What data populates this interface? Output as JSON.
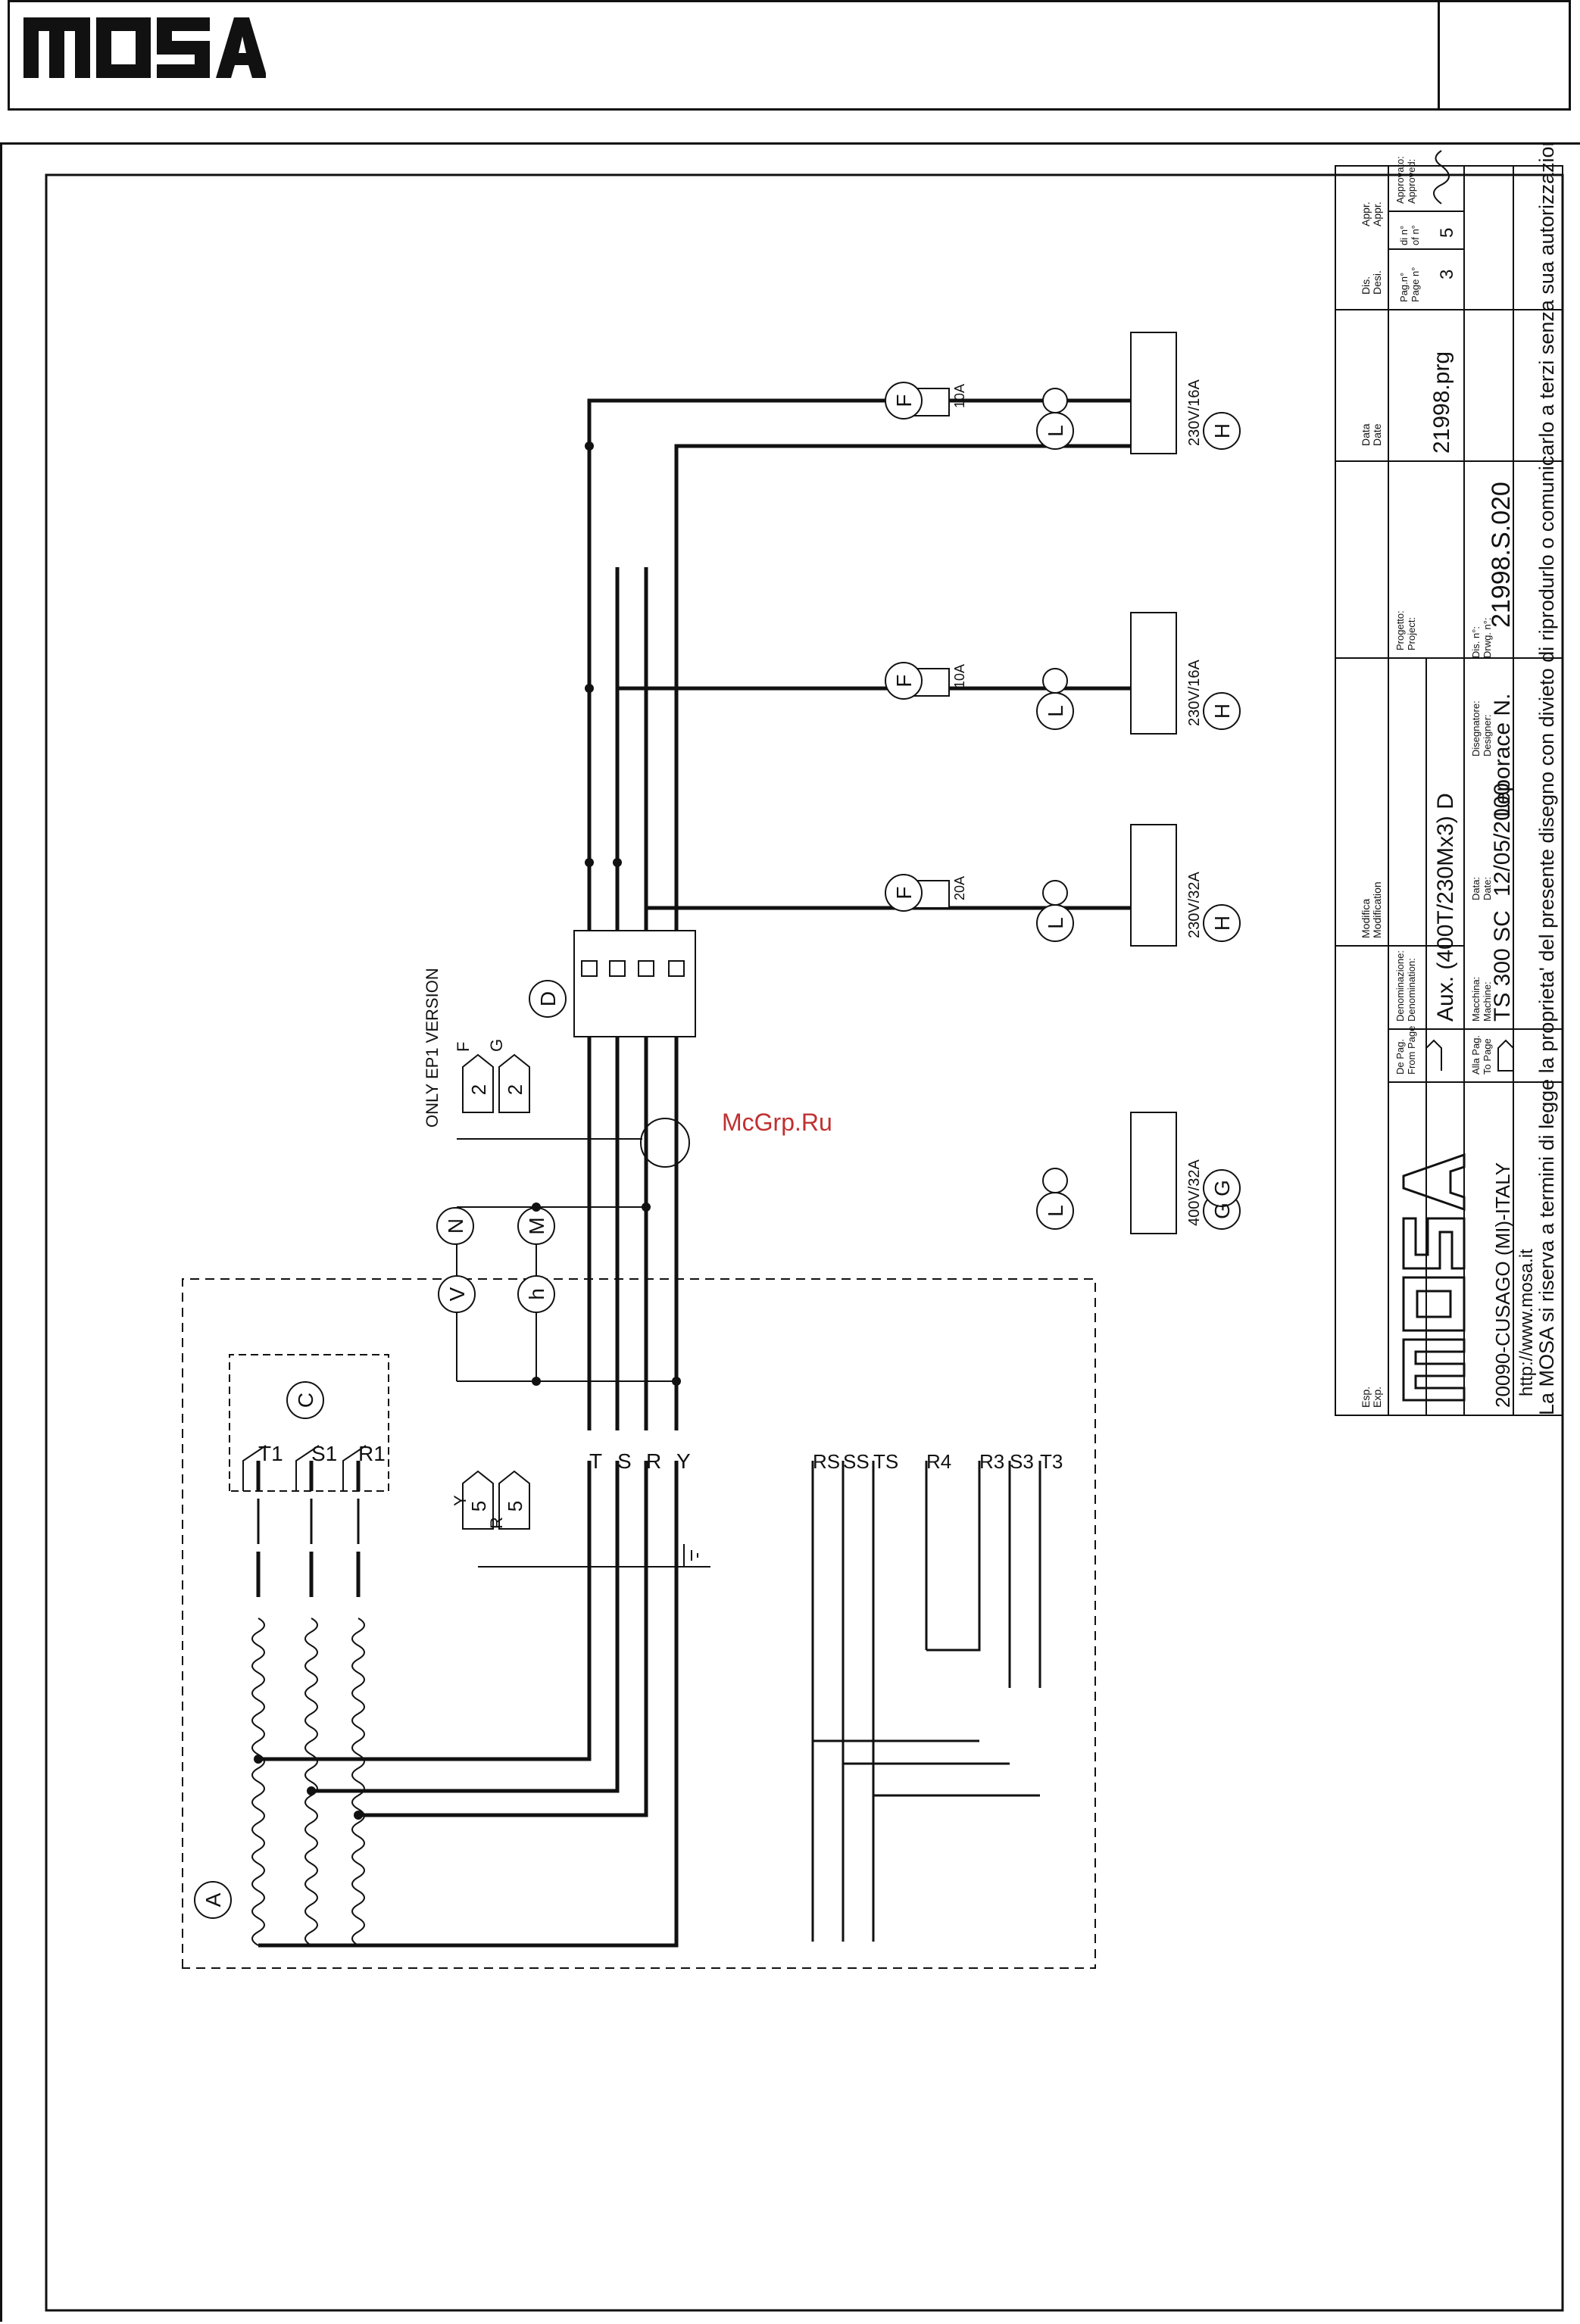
{
  "header": {
    "logo_text": "MOSA"
  },
  "watermark": "McGrp.Ru",
  "components": {
    "A": "A",
    "C": "C",
    "D": "D",
    "F": "F",
    "G": "G",
    "H": "H",
    "L": "L",
    "M": "M",
    "N": "N"
  },
  "meters": {
    "voltmeter": "V",
    "hourmeter": "h"
  },
  "generator": {
    "main_terminals": [
      "T1",
      "S1",
      "R1"
    ],
    "aux_terminals": [
      "T",
      "S",
      "R",
      "Y"
    ],
    "sense_terminals": [
      "RS",
      "SS",
      "TS",
      "R4",
      "R3",
      "S3",
      "T3"
    ]
  },
  "connectors": {
    "lower": {
      "wires": [
        "Y",
        "R"
      ],
      "page": [
        "5",
        "5"
      ]
    },
    "upper": {
      "caption": "ONLY EP1 VERSION",
      "wires": [
        "F",
        "G"
      ],
      "page": [
        "2",
        "2"
      ]
    }
  },
  "sockets": [
    {
      "rating": "230V/16A",
      "fuse": "10A",
      "ref": "H"
    },
    {
      "rating": "230V/16A",
      "fuse": "10A",
      "ref": "H"
    },
    {
      "rating": "230V/32A",
      "fuse": "20A",
      "ref": "H"
    },
    {
      "rating": "400V/32A",
      "ref": "G"
    }
  ],
  "title_block": {
    "appr_label": [
      "Appr.",
      "Appr."
    ],
    "disegnatore_label": [
      "Dis.",
      "Desi."
    ],
    "data_label": [
      "Data",
      "Date"
    ],
    "modifica_label": [
      "Modifica",
      "Modification"
    ],
    "esp_label": [
      "Esp.",
      "Exp."
    ],
    "pages_label": [
      "Pag.n°",
      "Page n°"
    ],
    "of_label": [
      "di n°",
      "of n°"
    ],
    "page": "3",
    "of": "5",
    "approvato_label": [
      "Approvato:",
      "Approved:"
    ],
    "progetto_label": [
      "Progetto:",
      "Project:"
    ],
    "progetto": "21998.prg",
    "dis_n_label": [
      "Dis. n°:",
      "Drwg. n°:"
    ],
    "dis_n": "21998.S.020",
    "data_field_label": [
      "Data:",
      "Date:"
    ],
    "data": "12/05/2000",
    "designer_label": [
      "Disegnatore:",
      "Designer:"
    ],
    "designer": "Leporace N.",
    "denominazione_label": [
      "Denominazione:",
      "Denomination:"
    ],
    "denominazione": "Aux. (400T/230Mx3) D",
    "macchina_label": [
      "Macchina:",
      "Machine:"
    ],
    "macchina": "TS 300 SC",
    "de_pag_label": [
      "De Pag.",
      "From Page"
    ],
    "alla_pag_label": [
      "Alla Pag.",
      "To Page"
    ],
    "company_logo": "MOSA",
    "address": "20090-CUSAGO (MI)-ITALY",
    "website": "http://www.mosa.it",
    "copyright": "La MOSA si riserva a termini di legge la proprieta' del presente disegno con divieto di riprodurlo o comunicarlo a terzi senza sua autorizzazione"
  }
}
